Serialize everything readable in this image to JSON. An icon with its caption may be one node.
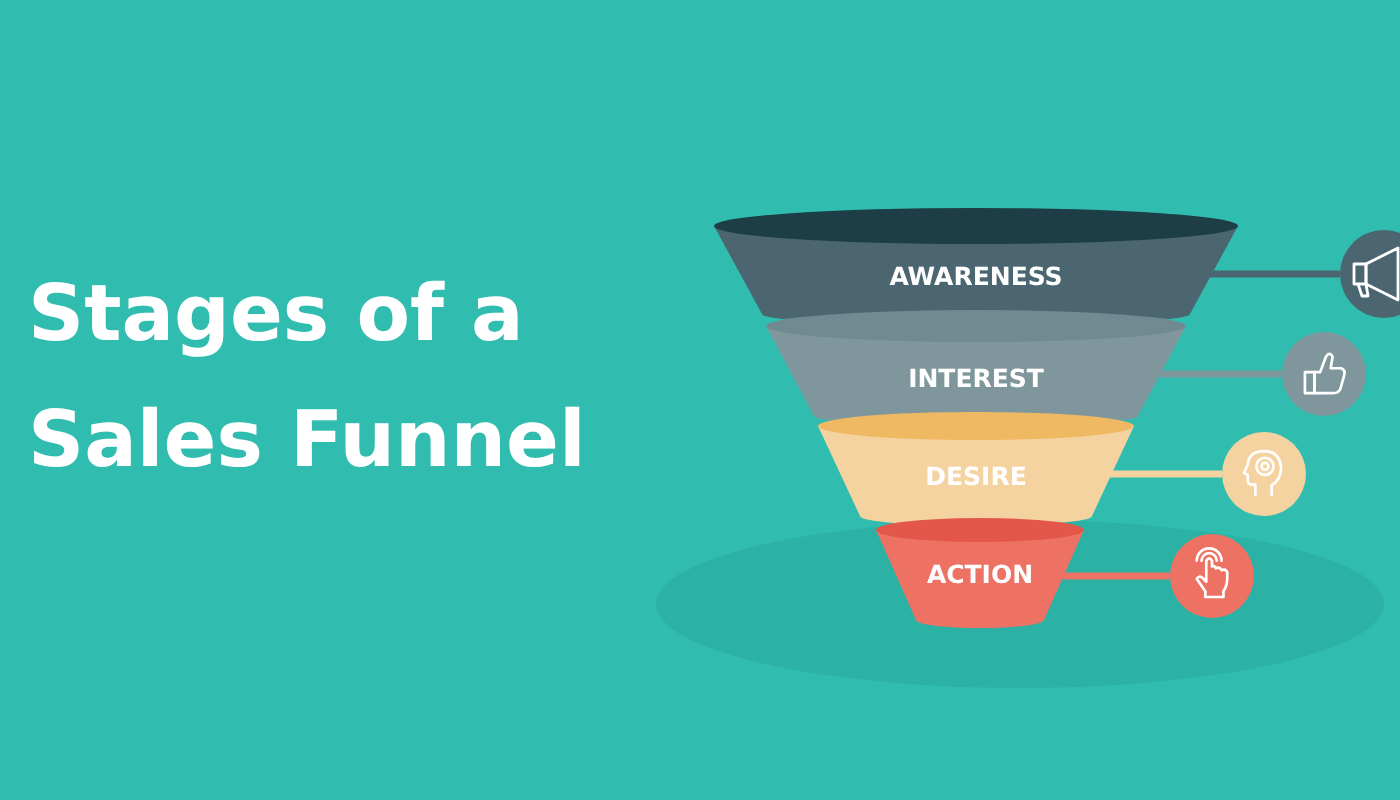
{
  "diagram": {
    "title": "Stages of a Sales Funnel",
    "nodes": [
      {
        "text": [
          "AWARENESS"
        ]
      },
      {
        "text": [],
        "shape": "circle"
      },
      {
        "text": [
          "INTEREST"
        ]
      },
      {
        "text": [],
        "shape": "circle"
      },
      {
        "text": [
          "DESIRE"
        ]
      },
      {
        "text": [],
        "shape": "circle"
      },
      {
        "text": [
          "ACTION"
        ]
      },
      {
        "text": [],
        "shape": "circle"
      }
    ],
    "edges": [
      {
        "from": 0,
        "to": 1,
        "arrow": "none",
        "color": "#4b6670"
      },
      {
        "from": 2,
        "to": 3,
        "arrow": "none",
        "color": "#7f979c"
      },
      {
        "from": 4,
        "to": 5,
        "arrow": "none",
        "color": "#f5d3a0"
      },
      {
        "from": 6,
        "to": 7,
        "arrow": "none",
        "color": "#ee7263"
      }
    ]
  }
}
